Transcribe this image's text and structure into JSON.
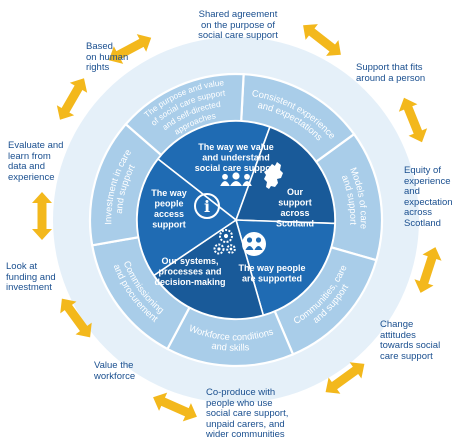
{
  "colors": {
    "inner": "#1f6bb3",
    "inner_dark": "#195a99",
    "middle": "#a9cde9",
    "outer": "#e5f0f9",
    "arrow": "#f3b81c",
    "outer_text": "#1a4f8f",
    "ring_text": "#ffffff"
  },
  "center_segments": [
    {
      "label": "The way we value\nand understand\nsocial care support",
      "icon": "people-group-icon"
    },
    {
      "label": "Our\nsupport\nacross\nScotland",
      "icon": "scotland-map-icon"
    },
    {
      "label": "The way people\nare supported",
      "icon": "people-circle-icon"
    },
    {
      "label": "Our systems,\nprocesses and\ndecision-making",
      "icon": "gears-icon"
    },
    {
      "label": "The way\npeople\naccess\nsupport",
      "icon": "info-icon"
    }
  ],
  "ring_segments": [
    {
      "label": "Consistent experience\nand expectations"
    },
    {
      "label": "Models of care\nand support"
    },
    {
      "label": "Communities, care\nand support"
    },
    {
      "label": "Workforce conditions\nand skills"
    },
    {
      "label": "Commissioning\nand procurement"
    },
    {
      "label": "Investment in care\nand support"
    },
    {
      "label": "The purpose and value\nof social care support\nand self-directed\napproaches"
    }
  ],
  "outer_labels": [
    {
      "label": "Shared agreement\non the purpose of\nsocial care support"
    },
    {
      "label": "Support that fits\naround a person"
    },
    {
      "label": "Equity of\nexperience\nand\nexpectation\nacross\nScotland"
    },
    {
      "label": "Change\nattitudes\ntowards social\ncare support"
    },
    {
      "label": "Co-produce with\npeople who use\nsocial care support,\nunpaid carers, and\nwider communities"
    },
    {
      "label": "Value the\nworkforce"
    },
    {
      "label": "Look at\nfunding and\ninvestment"
    },
    {
      "label": "Evaluate and\nlearn from\ndata and\nexperience"
    },
    {
      "label": "Based\non human\nrights"
    }
  ]
}
